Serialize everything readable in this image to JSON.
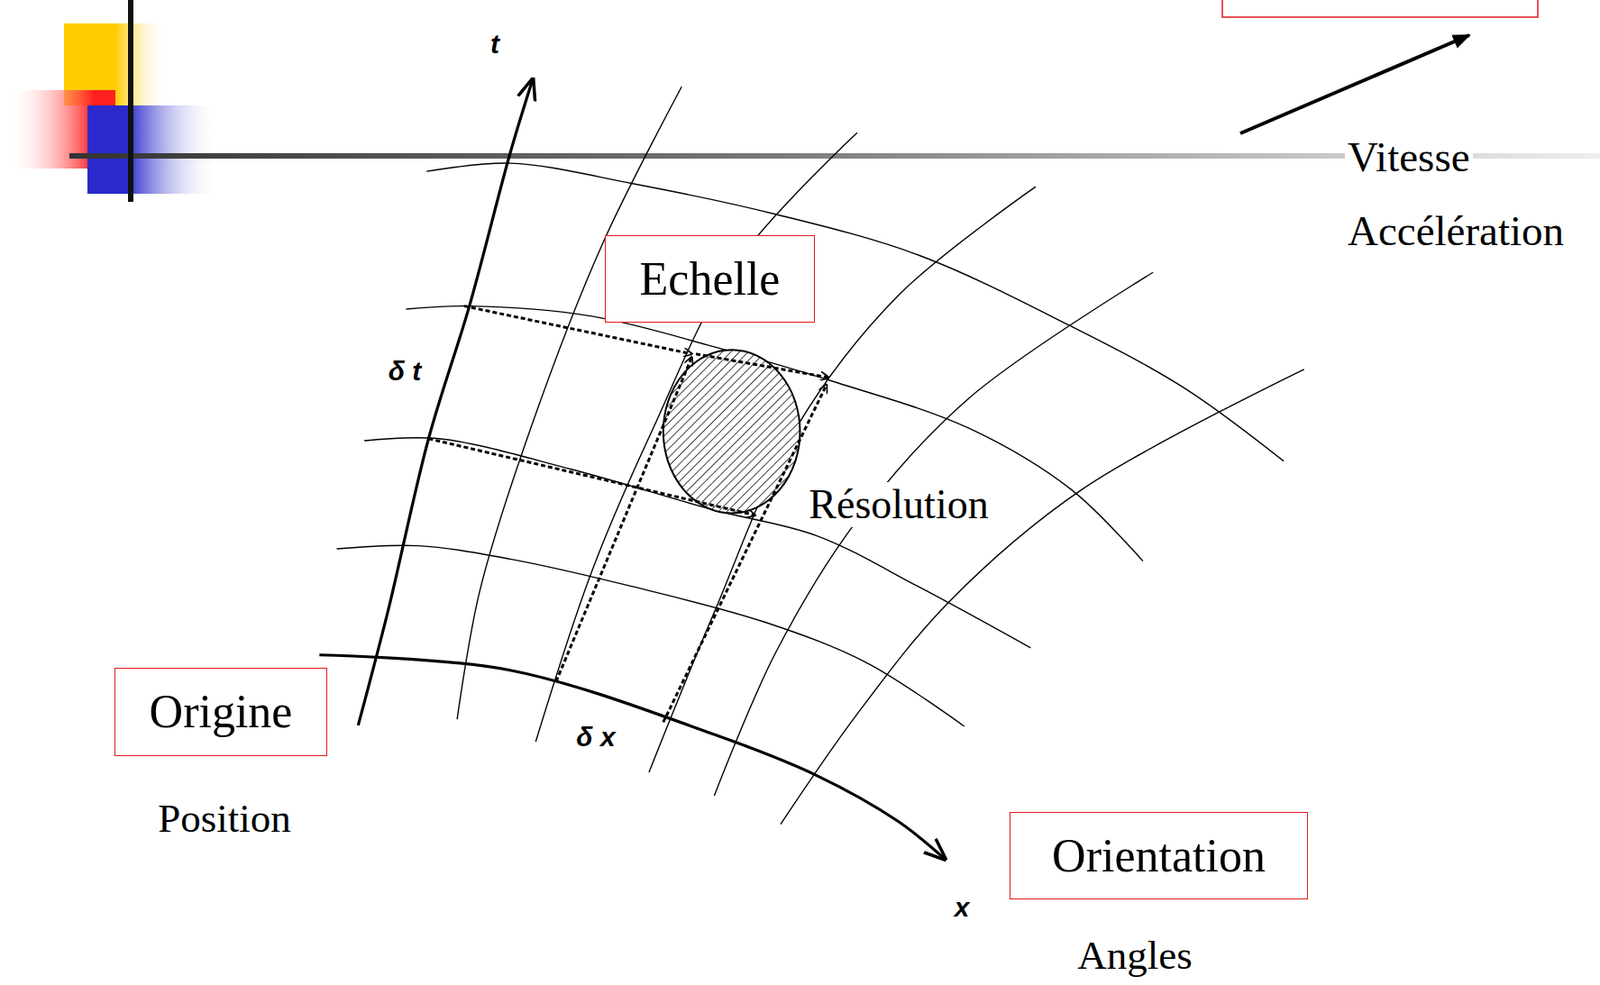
{
  "diagram": {
    "nodes": [
      {
        "text": [
          "Echelle"
        ]
      },
      {
        "text": [
          "Origine",
          "Position"
        ]
      },
      {
        "text": [
          "Orientation",
          "Angles"
        ]
      }
    ],
    "labels": [
      "t",
      "Vitesse",
      "Accélération",
      "δ t",
      "Résolution",
      "δ x",
      "x"
    ]
  }
}
